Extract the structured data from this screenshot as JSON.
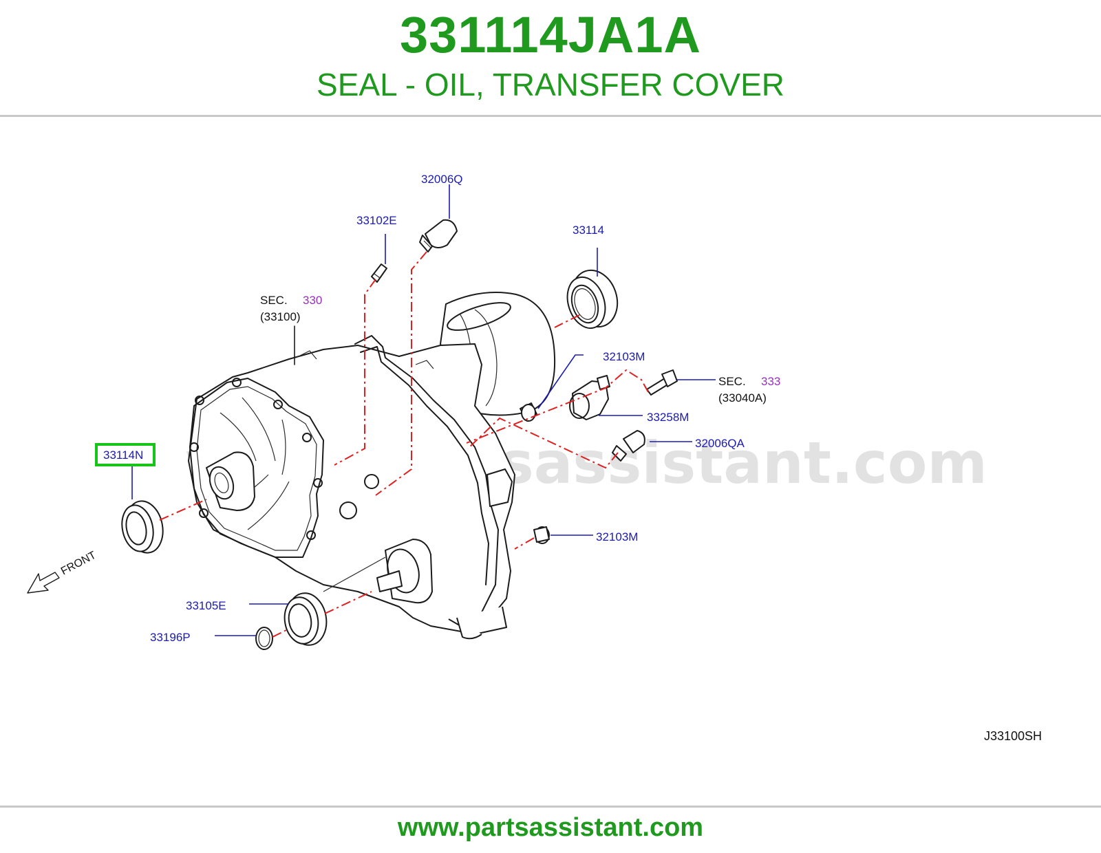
{
  "header": {
    "part_number": "331114JA1A",
    "part_title": "SEAL - OIL, TRANSFER COVER"
  },
  "diagram": {
    "callouts": {
      "c32006Q": "32006Q",
      "c33102E": "33102E",
      "c33114": "33114",
      "c32103M_top": "32103M",
      "c33258M": "33258M",
      "c32006QA": "32006QA",
      "c33114N": "33114N",
      "c32103M_bottom": "32103M",
      "c33105E": "33105E",
      "c33196P": "33196P"
    },
    "sections": {
      "sec330_prefix": "SEC.",
      "sec330_number": "330",
      "sec330_ref": "(33100)",
      "sec333_prefix": "SEC.",
      "sec333_number": "333",
      "sec333_ref": "(33040A)"
    },
    "front_label": "FRONT",
    "diagram_code": "J33100SH",
    "watermark": "www.partsassistant.com",
    "highlight_color": "#19c419"
  },
  "footer": {
    "url": "www.partsassistant.com"
  },
  "colors": {
    "brand_green": "#1f9a1f",
    "callout_blue": "#1a1ab4",
    "section_purple": "#9a2fc0",
    "dash_red": "#e02020",
    "rule_gray": "#c8c8c8"
  }
}
